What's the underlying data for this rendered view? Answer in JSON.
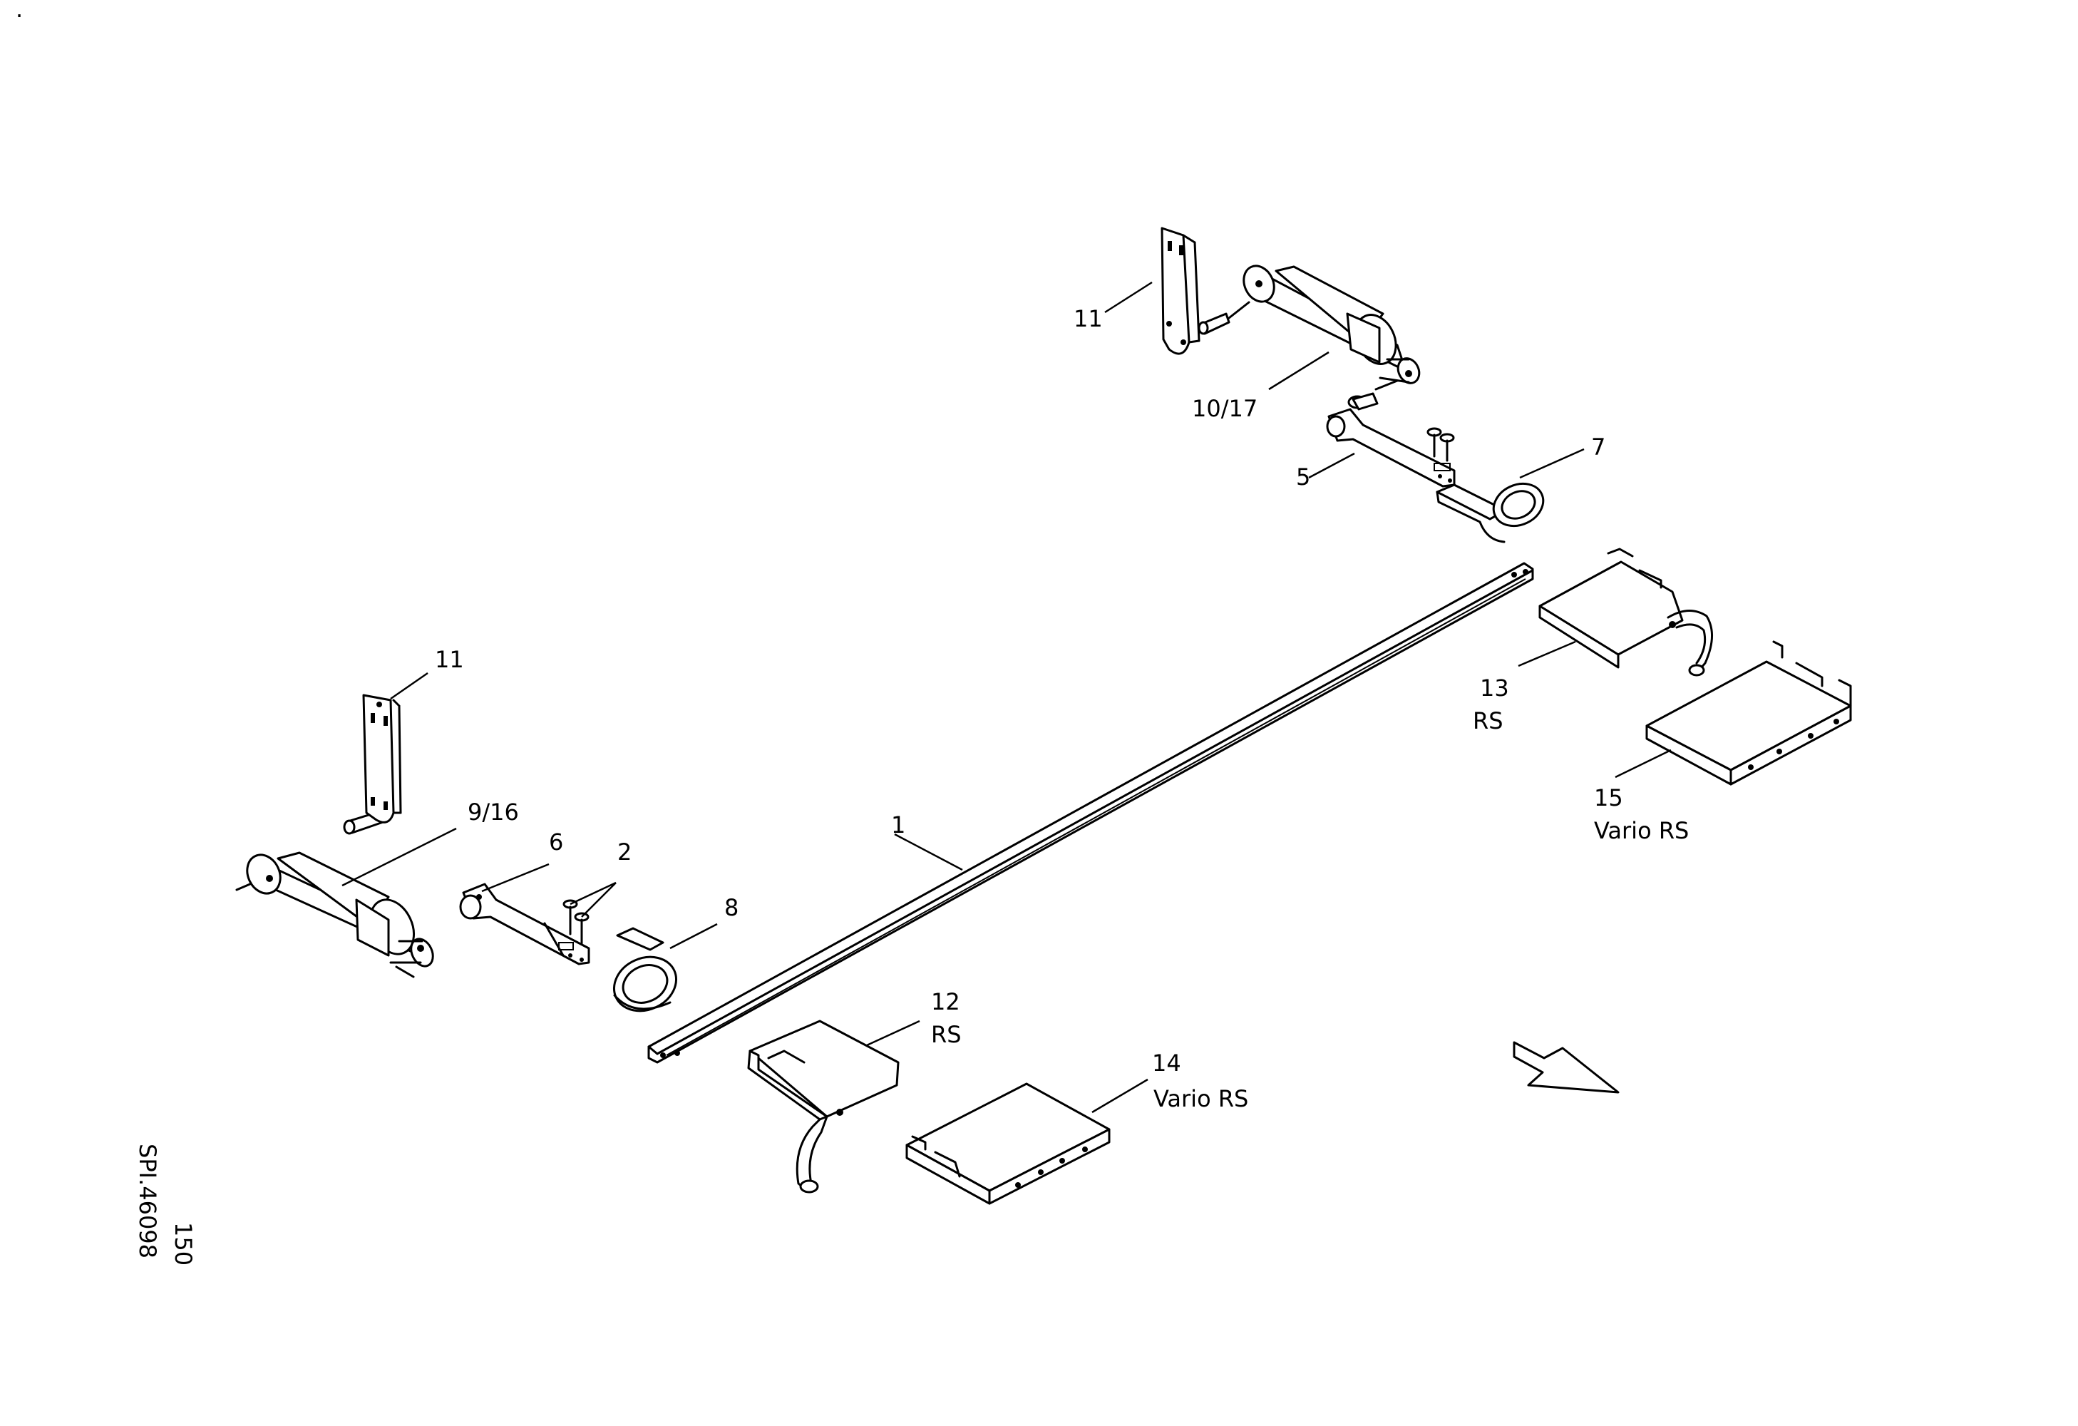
{
  "callouts": {
    "c1": "1",
    "c2": "2",
    "c5": "5",
    "c6": "6",
    "c7": "7",
    "c8": "8",
    "c9_16": "9/16",
    "c10_17": "10/17",
    "c11_left": "11",
    "c11_right": "11",
    "c12": "12",
    "c12_sub": "RS",
    "c13": "13",
    "c13_sub": "RS",
    "c14": "14",
    "c14_sub": "Vario RS",
    "c15": "15",
    "c15_sub": "Vario RS"
  },
  "drawing_number": "SPI.46098",
  "page_number": "150",
  "corner_mark": "."
}
